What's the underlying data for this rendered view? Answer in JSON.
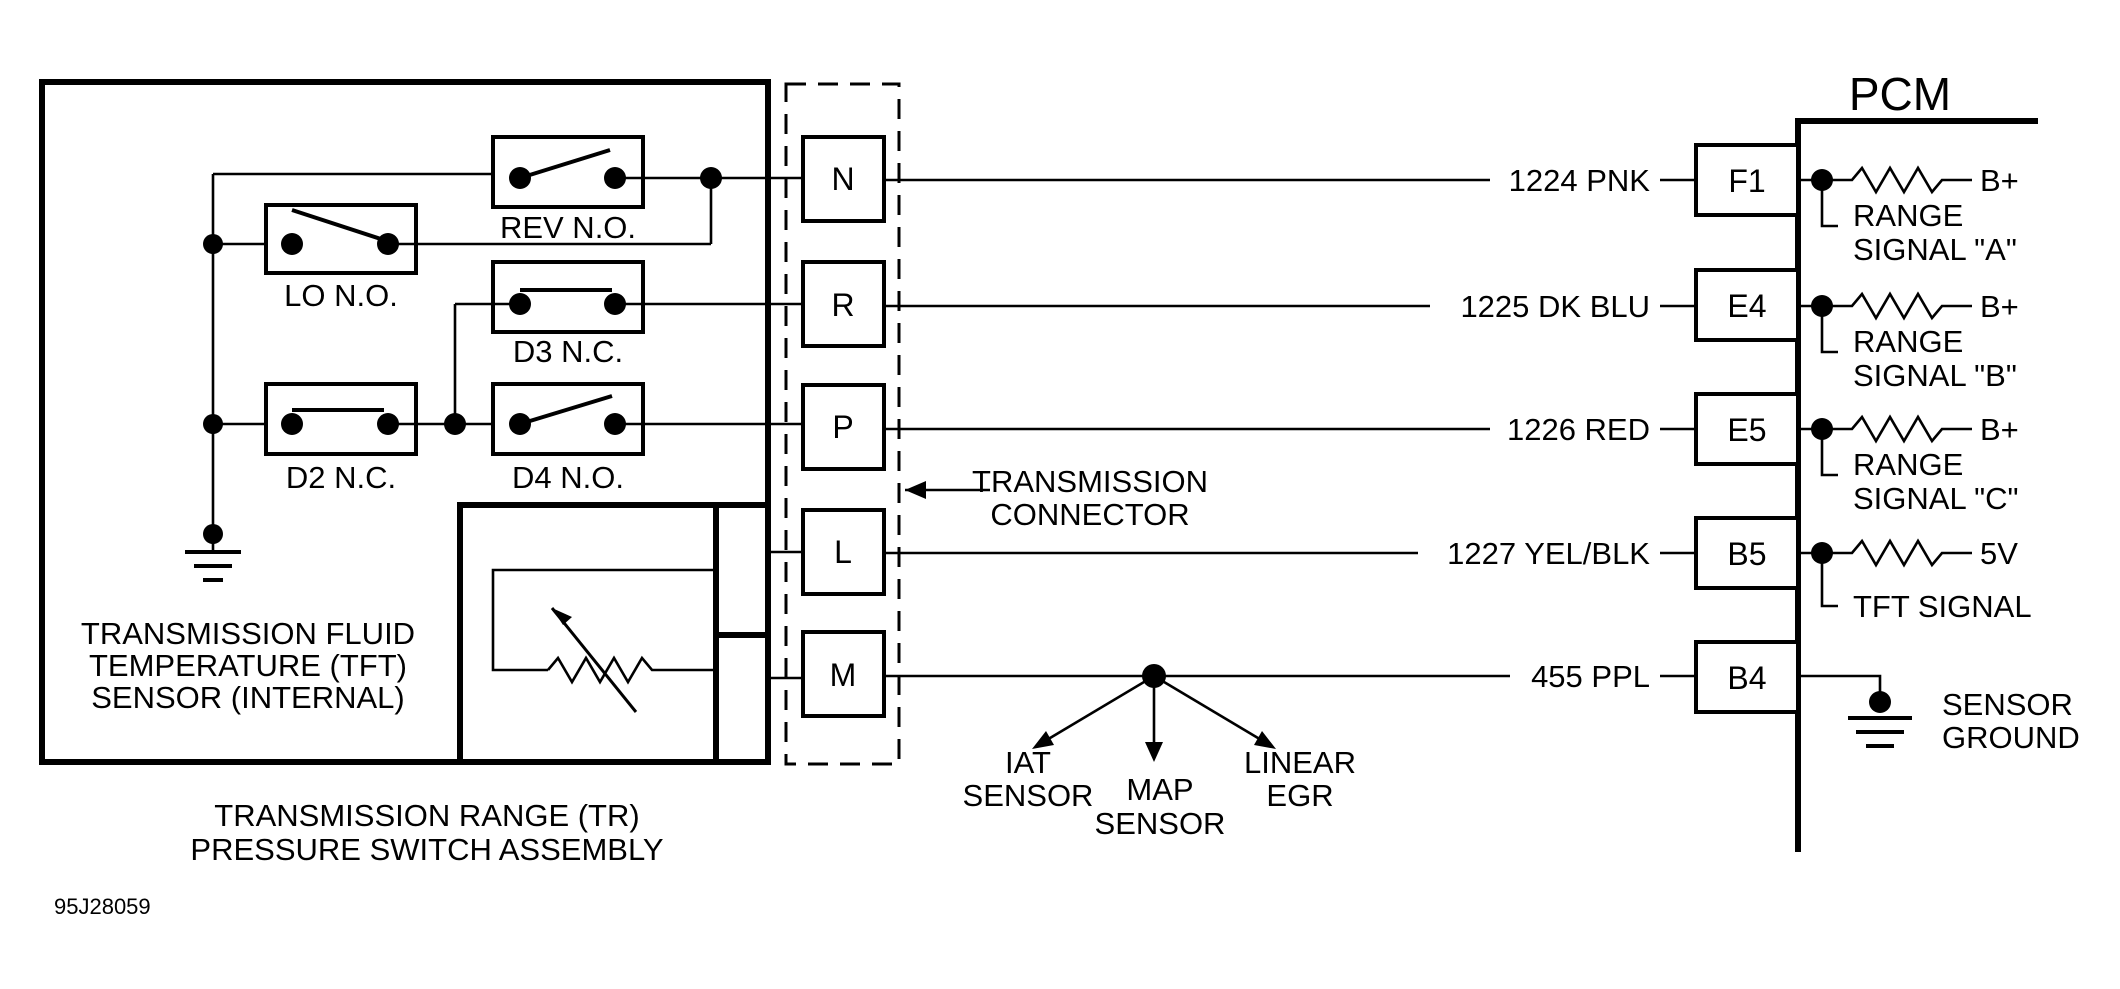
{
  "pcm": {
    "title": "PCM"
  },
  "assembly": {
    "switches": {
      "rev": "REV N.O.",
      "lo": "LO N.O.",
      "d3": "D3 N.C.",
      "d2": "D2 N.C.",
      "d4": "D4 N.O."
    },
    "tft_label": [
      "TRANSMISSION FLUID",
      "TEMPERATURE (TFT)",
      "SENSOR (INTERNAL)"
    ],
    "name": [
      "TRANSMISSION RANGE (TR)",
      "PRESSURE SWITCH ASSEMBLY"
    ]
  },
  "connector": {
    "label": [
      "TRANSMISSION",
      "CONNECTOR"
    ],
    "pins": [
      "N",
      "R",
      "P",
      "L",
      "M"
    ]
  },
  "circuits": [
    {
      "wire": "1224 PNK",
      "pcm_pin": "F1",
      "ref": "B+",
      "signal": [
        "RANGE",
        "SIGNAL \"A\""
      ]
    },
    {
      "wire": "1225 DK BLU",
      "pcm_pin": "E4",
      "ref": "B+",
      "signal": [
        "RANGE",
        "SIGNAL \"B\""
      ]
    },
    {
      "wire": "1226 RED",
      "pcm_pin": "E5",
      "ref": "B+",
      "signal": [
        "RANGE",
        "SIGNAL \"C\""
      ]
    },
    {
      "wire": "1227 YEL/BLK",
      "pcm_pin": "B5",
      "ref": "5V",
      "signal": [
        "TFT SIGNAL"
      ]
    },
    {
      "wire": "455 PPL",
      "pcm_pin": "B4",
      "ground": [
        "SENSOR",
        "GROUND"
      ]
    }
  ],
  "branches": {
    "iat": [
      "IAT",
      "SENSOR"
    ],
    "map": [
      "MAP",
      "SENSOR"
    ],
    "egr": [
      "LINEAR",
      "EGR"
    ]
  },
  "figure_id": "95J28059"
}
